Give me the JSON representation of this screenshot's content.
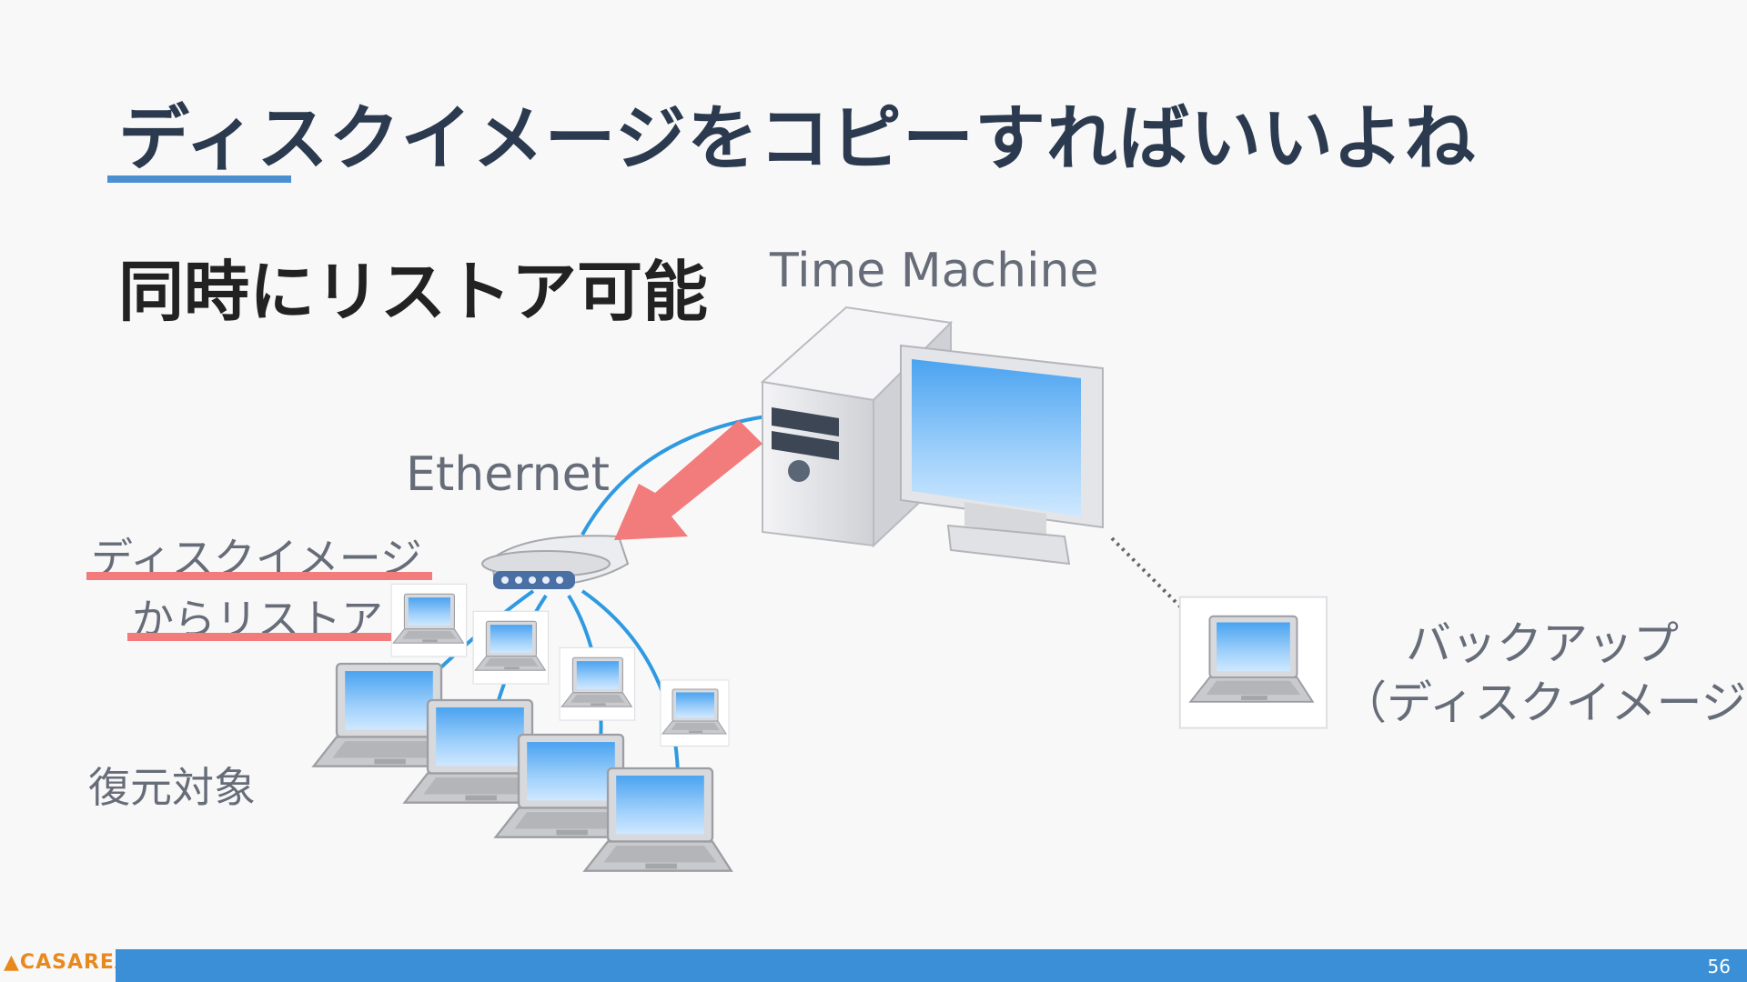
{
  "slide": {
    "title": "ディスクイメージをコピーすればいいよね",
    "heading": "同時にリストア可能",
    "page_number": "56"
  },
  "labels": {
    "time_machine": "Time Machine",
    "ethernet": "Ethernet",
    "restore_line1": "ディスクイメージ",
    "restore_line2": "からリストア",
    "restore_target": "復元対象",
    "backup_line1": "バックアップ",
    "backup_line2": "（ディスクイメージ）"
  },
  "footer": {
    "logo_text": "CASAREAL"
  },
  "colors": {
    "accent_blue": "#3b8fd6",
    "title_text": "#2b3a4e",
    "arrow_red": "#f27b7b",
    "cable_blue": "#2f9ae0"
  },
  "icons": {
    "server": "desktop-computer-icon",
    "router": "router-icon",
    "laptop": "laptop-icon",
    "arrow": "red-arrow-icon"
  }
}
